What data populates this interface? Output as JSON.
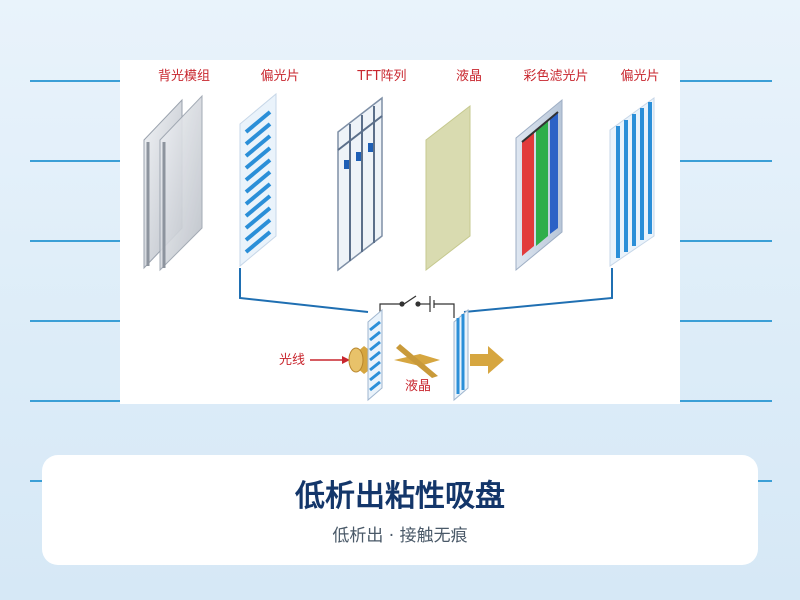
{
  "diagram": {
    "labels": {
      "backlight": "背光模组",
      "polarizer_front": "偏光片",
      "tft_array": "TFT阵列",
      "liquid_crystal": "液晶",
      "color_filter": "彩色滤光片",
      "polarizer_back": "偏光片",
      "light": "光线",
      "liquid_crystal_bottom": "液晶"
    },
    "colors": {
      "label": "#c8262e",
      "polarizer": "#2b8fd8",
      "tft_blue": "#1f5fb5",
      "lc_panel": "#d9dbb0",
      "red": "#e23b3b",
      "green": "#2fae4a",
      "blue": "#2c62c6",
      "wire": "#1f6fb2"
    }
  },
  "card": {
    "title": "低析出粘性吸盘",
    "subtitle": "低析出 · 接触无痕"
  }
}
